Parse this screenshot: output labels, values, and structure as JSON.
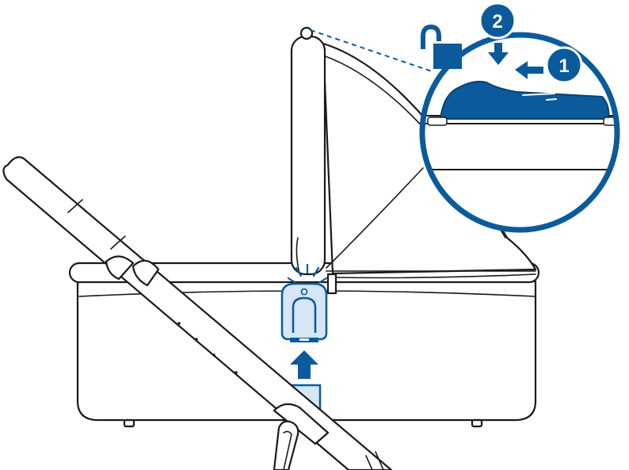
{
  "diagram": {
    "steps": [
      {
        "number": "1",
        "action": "slide",
        "direction": "left"
      },
      {
        "number": "2",
        "action": "press",
        "direction": "down"
      }
    ],
    "lock_state": "unlocked",
    "colors": {
      "accent": "#0b5a9c",
      "line": "#1a1a1a",
      "accent_light": "#d6e6f5",
      "background": "#ffffff"
    }
  }
}
